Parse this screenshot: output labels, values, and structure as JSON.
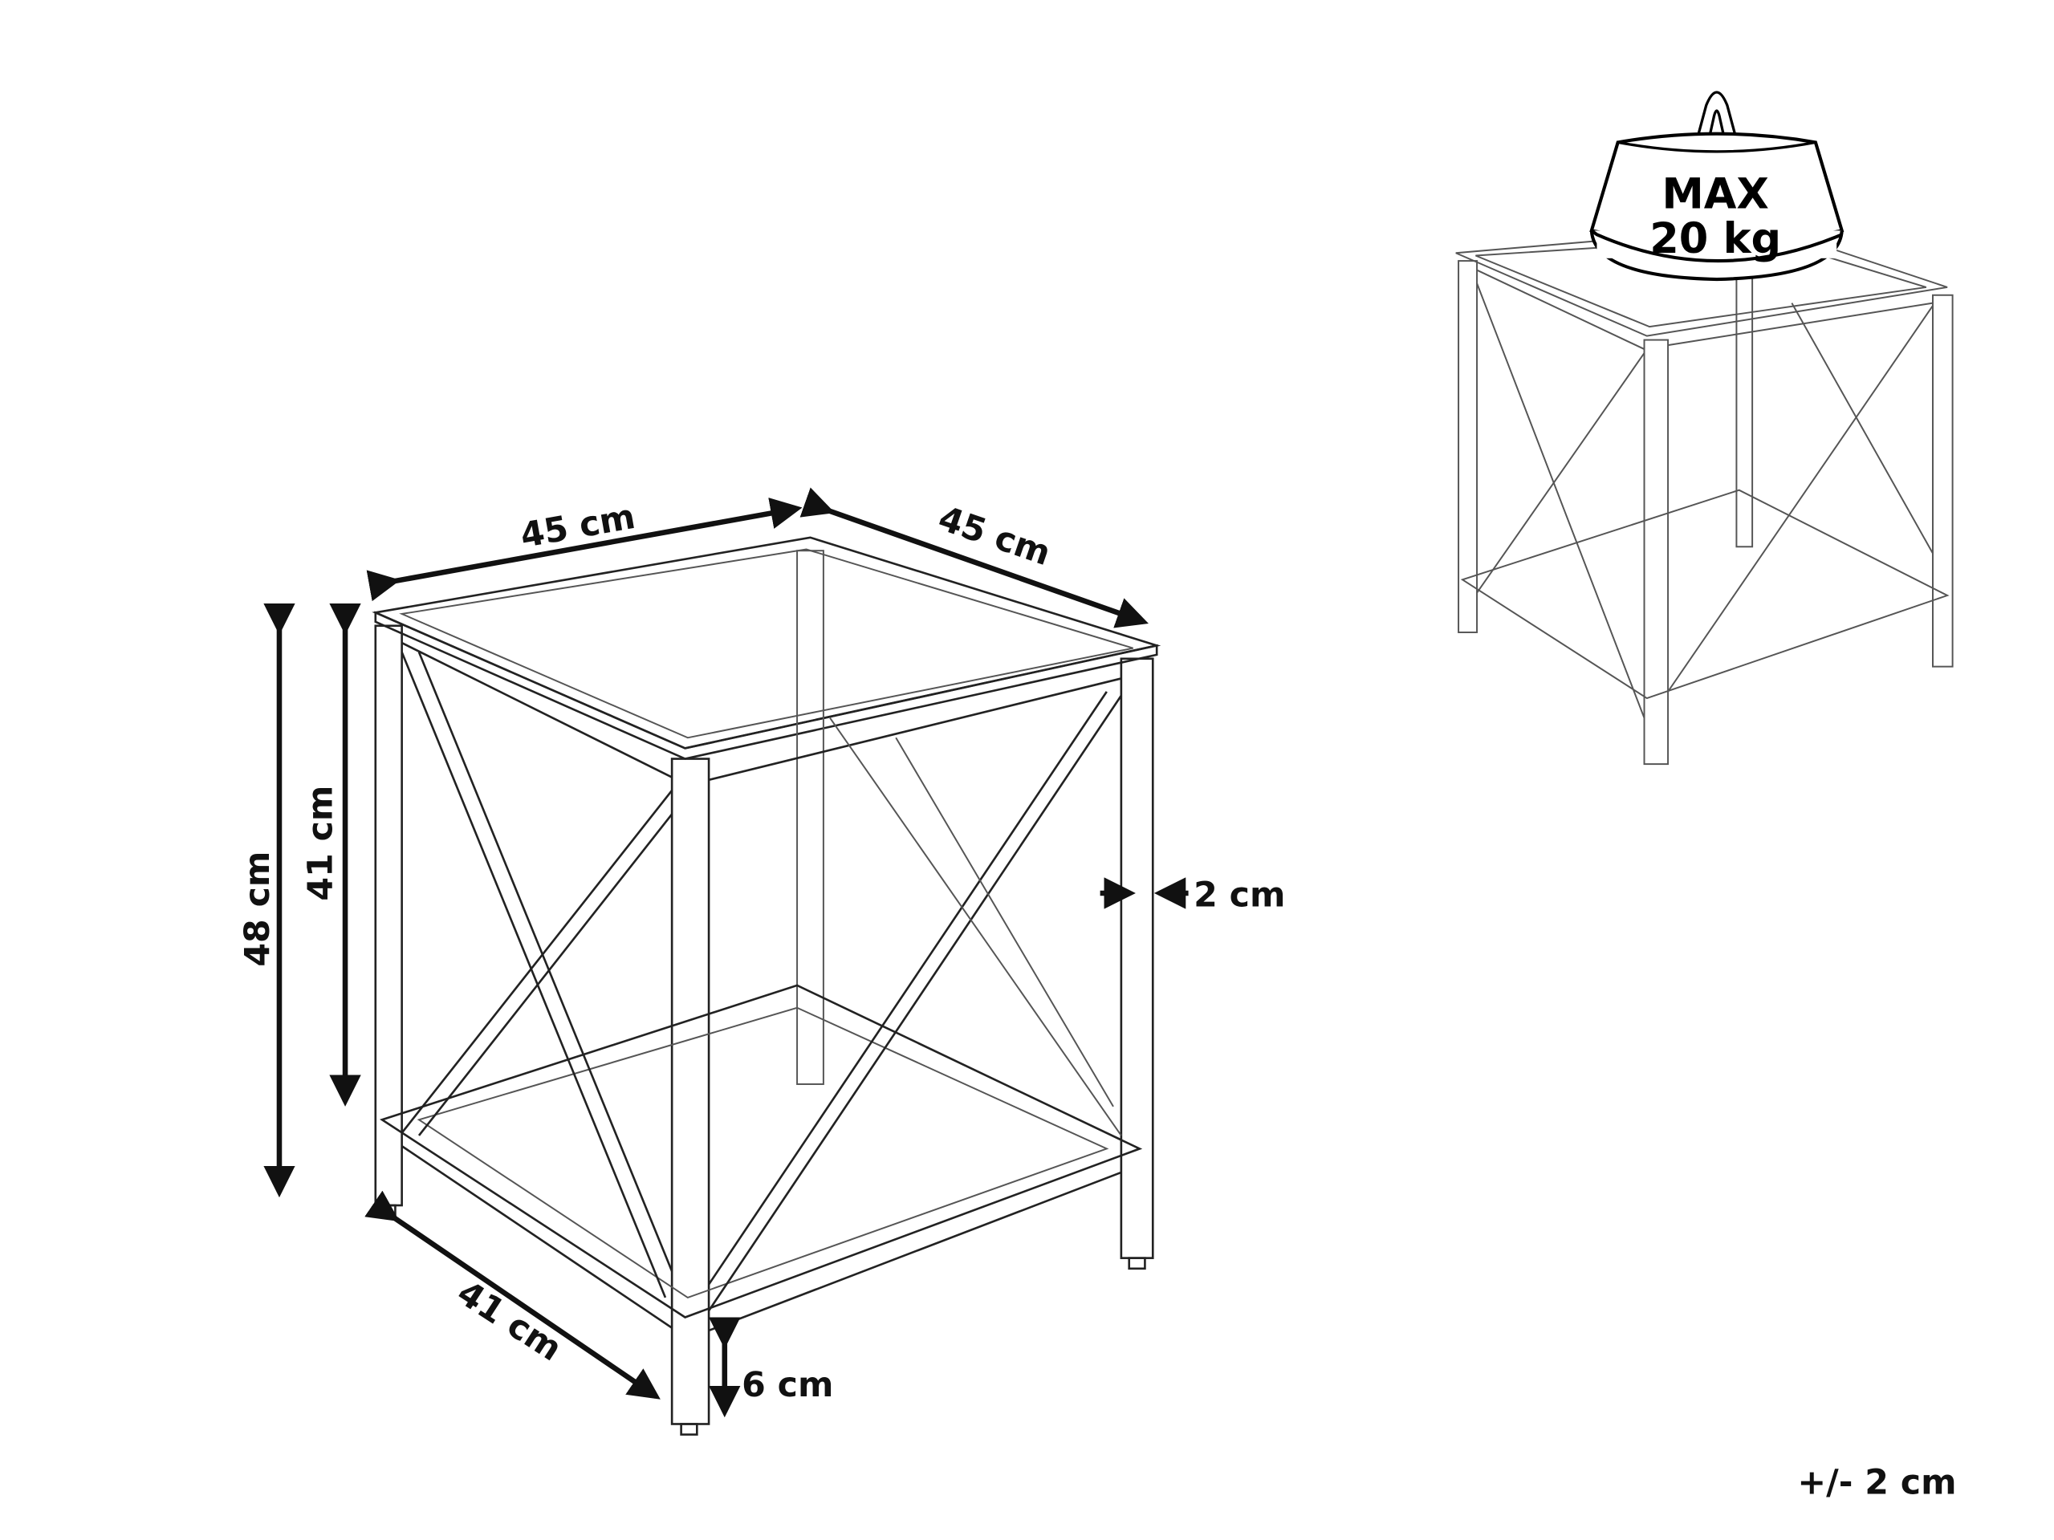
{
  "dimensions": {
    "top_width": "45 cm",
    "top_depth": "45 cm",
    "total_height": "48 cm",
    "frame_height": "41 cm",
    "leg_thickness": "2 cm",
    "base_depth": "41 cm",
    "shelf_clearance": "6 cm"
  },
  "weight_badge": {
    "line1": "MAX",
    "line2": "20 kg"
  },
  "tolerance": "+/- 2 cm",
  "colors": {
    "line": "#222222",
    "text": "#111111",
    "background": "#ffffff"
  }
}
